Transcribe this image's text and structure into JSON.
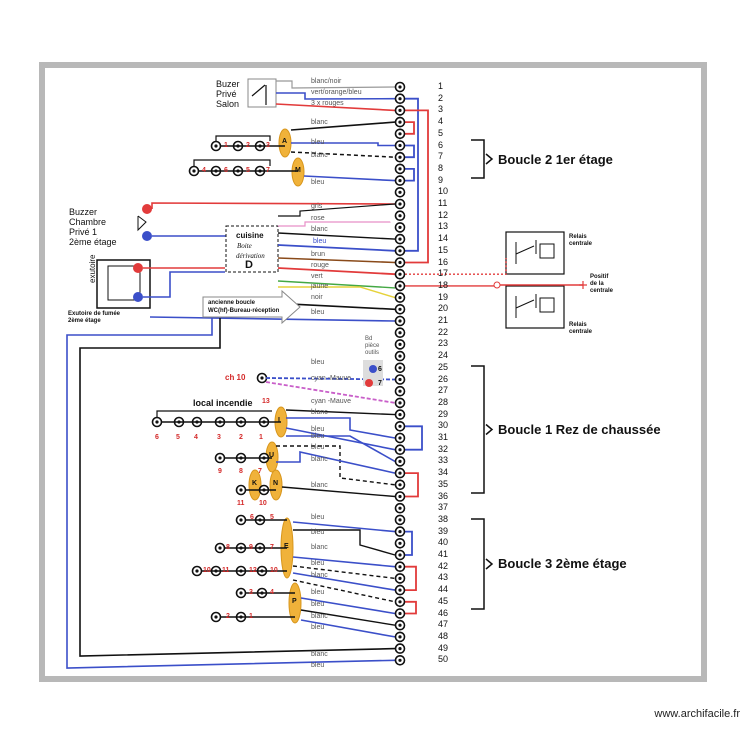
{
  "buzer_prive": [
    "Buzer",
    "Privé",
    "Salon"
  ],
  "buzzer_chambre": [
    "Buzzer",
    "Chambre",
    "Privé 1",
    "2ème étage"
  ],
  "exutoire_caption": [
    "Exutoire de fumée",
    "2ème étage"
  ],
  "exutoire_box": "exutoire",
  "cuisine_box": [
    "cuisine",
    "Boite",
    "dérivation",
    "D"
  ],
  "arrow_label": [
    "ancienne boucle",
    "WC(hf)-Bureau-réception"
  ],
  "bd_piece": [
    "Bd",
    "pièce",
    "outils"
  ],
  "local_incendie": "local incendie",
  "ch10": "ch 10",
  "relais_top": [
    "Relais",
    "centrale"
  ],
  "relais_bottom": [
    "Relais",
    "centrale"
  ],
  "positif": [
    "Positif",
    "de la",
    "centrale"
  ],
  "boucles": {
    "b2": "Boucle 2    1er étage",
    "b1": "Boucle 1    Rez de chaussée",
    "b3": "Boucle 3      2ème  étage"
  },
  "wire_labels": {
    "blanc_noir": "blanc/noir",
    "vert_orange_bleu": "vert/orange/bleu",
    "rouges3": "3 x rouges",
    "blanc_1": "blanc",
    "bleu_1": "bleu",
    "blanc_2": "blanc",
    "bleu_2": "bleu",
    "gris": "gris",
    "rose": "rose",
    "blanc_3": "blanc",
    "bleu_3": "bleu",
    "brun": "brun",
    "rouge": "rouge",
    "vert": "vert",
    "jaune": "jaune",
    "noir": "noir",
    "bleu_4": "bleu",
    "bleu_5": "bleu",
    "cyan1": "cyan -Mauve",
    "cyan2": "cyan -Mauve",
    "blanc_4": "blanc",
    "bleu_6": "bleu",
    "bleu_7": "bleu",
    "bleu_8": "bleu",
    "blanc_5": "blanc",
    "blanc_6": "blanc",
    "bleu_9": "bleu",
    "bleu_10": "bleu",
    "blanc_7": "blanc",
    "bleu_11": "bleu",
    "blanc_8": "blanc",
    "bleu_12": "bleu",
    "bleu_13": "bleu",
    "blanc_9": "blanc",
    "bleu_14": "bleu",
    "blanc_10": "blanc",
    "bleu_15": "bleu"
  },
  "detectors": {
    "A": "A",
    "M": "M",
    "I": "I",
    "U": "U",
    "K": "K",
    "N": "N",
    "E": "E",
    "P": "P"
  },
  "terminal_numbers": [
    "1",
    "2",
    "3",
    "4",
    "5",
    "6",
    "7",
    "8",
    "9",
    "10",
    "11",
    "12",
    "13",
    "14",
    "15",
    "16",
    "17",
    "18",
    "19",
    "20",
    "21",
    "22",
    "23",
    "24",
    "25",
    "26",
    "27",
    "28",
    "29",
    "30",
    "31",
    "32",
    "33",
    "34",
    "35",
    "36",
    "37",
    "38",
    "39",
    "40",
    "41",
    "42",
    "43",
    "44",
    "45",
    "46",
    "47",
    "48",
    "49",
    "50"
  ],
  "point_numbers": {
    "b2_row1": [
      "1",
      "2",
      "3"
    ],
    "b2_row2": [
      "4",
      "6",
      "5",
      "7"
    ],
    "b1_row1": [
      "6",
      "5",
      "4",
      "3",
      "2",
      "1"
    ],
    "b1_row2": [
      "9",
      "8",
      "7"
    ],
    "b1_row3": [
      "11",
      "10"
    ],
    "b1_13": "13",
    "b1_67": [
      "6",
      "7"
    ],
    "b3_row1": [
      "6",
      "5"
    ],
    "b3_row2": [
      "8",
      "9",
      "7"
    ],
    "b3_row3": [
      "10",
      "11",
      "12",
      "10"
    ],
    "b3_row4": [
      "3",
      "4"
    ],
    "b3_row5": [
      "2",
      "1"
    ]
  },
  "footer": "www.archifacile.fr",
  "colors": {
    "frame": "#b8b8b8",
    "blue": "#3b4fc9",
    "red": "#e23b3b",
    "black": "#111111",
    "detector": "#f0b23a",
    "green": "#44a844",
    "yellow": "#e6d23a",
    "pink": "#e88fc8",
    "brown": "#8a4a1a",
    "grey": "#999999",
    "cyan": "#4aa8e6"
  }
}
